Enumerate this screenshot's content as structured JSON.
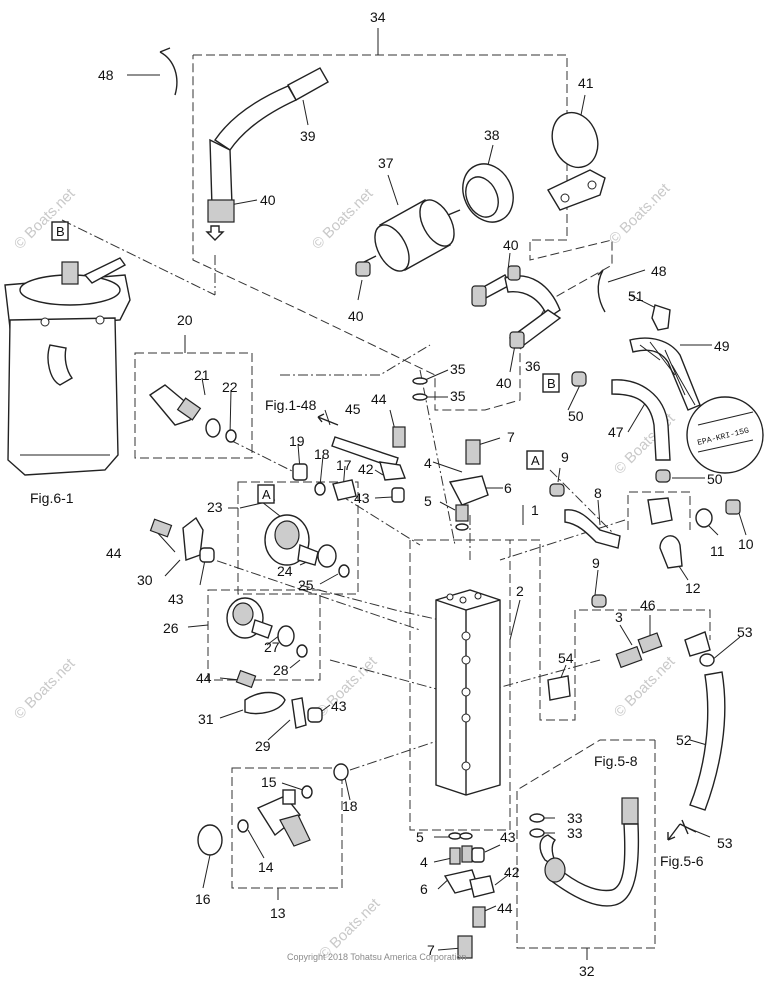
{
  "watermark": "© Boats.net",
  "copyright": "Copyright 2018 Tohatsu America Corporation",
  "hose_tag": "EPA-KRI-15G",
  "figure_refs": {
    "fig_6_1": "Fig.6-1",
    "fig_1_48": "Fig.1-48",
    "fig_5_8": "Fig.5-8",
    "fig_5_6": "Fig.5-6"
  },
  "box_labels": {
    "a": "A",
    "b": "B"
  },
  "callouts": {
    "n1": "1",
    "n2": "2",
    "n3": "3",
    "n4": "4",
    "n5": "5",
    "n6": "6",
    "n7": "7",
    "n8": "8",
    "n9": "9",
    "n10": "10",
    "n11": "11",
    "n12": "12",
    "n13": "13",
    "n14": "14",
    "n15": "15",
    "n16": "16",
    "n17": "17",
    "n18": "18",
    "n19": "19",
    "n20": "20",
    "n21": "21",
    "n22": "22",
    "n23": "23",
    "n24": "24",
    "n25": "25",
    "n26": "26",
    "n27": "27",
    "n28": "28",
    "n29": "29",
    "n30": "30",
    "n31": "31",
    "n32": "32",
    "n33": "33",
    "n34": "34",
    "n35": "35",
    "n36": "36",
    "n37": "37",
    "n38": "38",
    "n39": "39",
    "n40": "40",
    "n41": "41",
    "n42": "42",
    "n43": "43",
    "n44": "44",
    "n45": "45",
    "n46": "46",
    "n47": "47",
    "n48": "48",
    "n49": "49",
    "n50": "50",
    "n51": "51",
    "n52": "52",
    "n53": "53",
    "n54": "54"
  }
}
